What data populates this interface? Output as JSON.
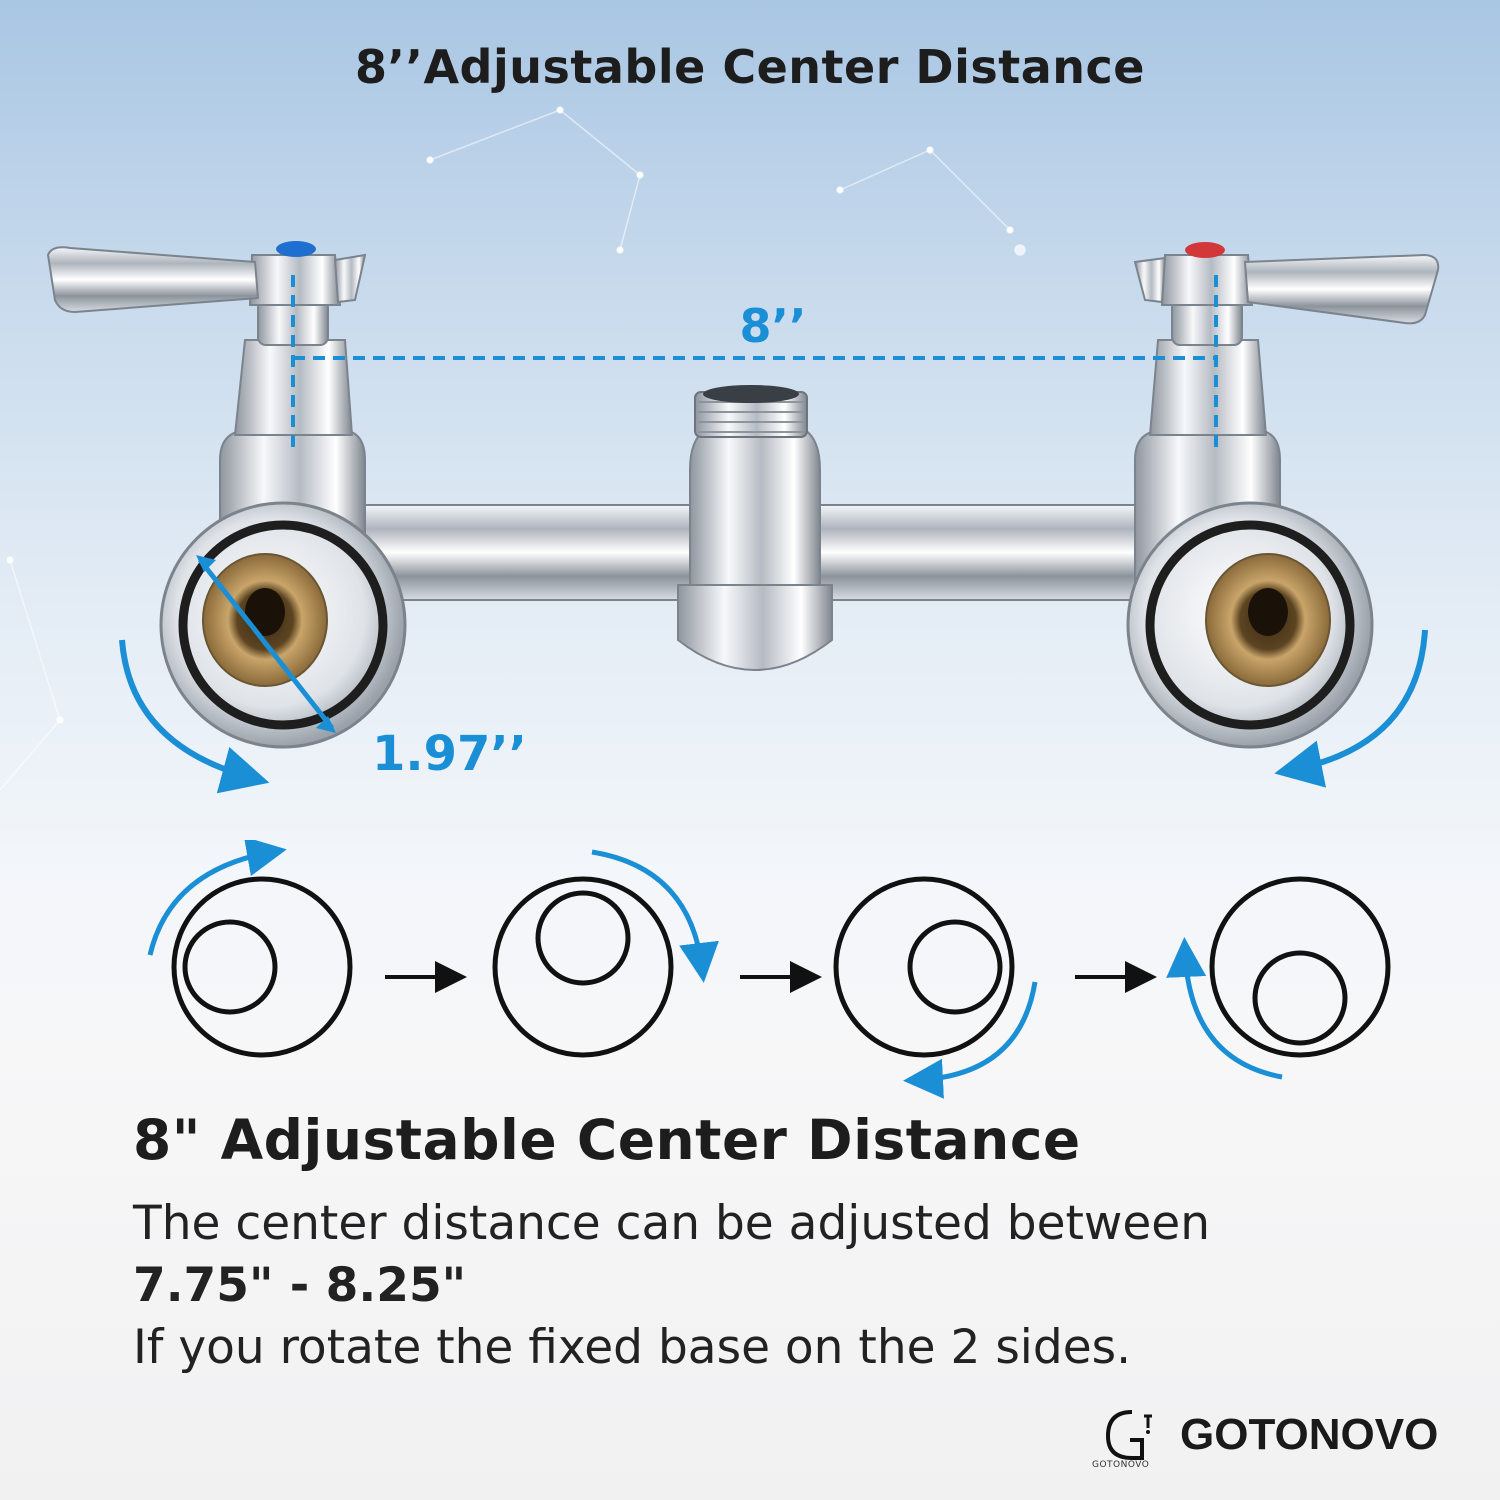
{
  "top_title": "8’’Adjustable Center Distance",
  "labels": {
    "center_distance": "8’’",
    "base_diameter": "1.97’’"
  },
  "heading": "8\" Adjustable Center Distance",
  "body": {
    "line1": "The center distance can be adjusted between",
    "line2": "7.75\" - 8.25\"",
    "line3": "If you rotate the fixed base on the 2 sides."
  },
  "brand": {
    "name": "GOTONOVO",
    "logo_small": "GOTONOVO"
  },
  "colors": {
    "accent_blue": "#1a8fd6",
    "cold_indicator": "#1e6fd0",
    "hot_indicator": "#d2383a",
    "text": "#1d1d1d"
  }
}
